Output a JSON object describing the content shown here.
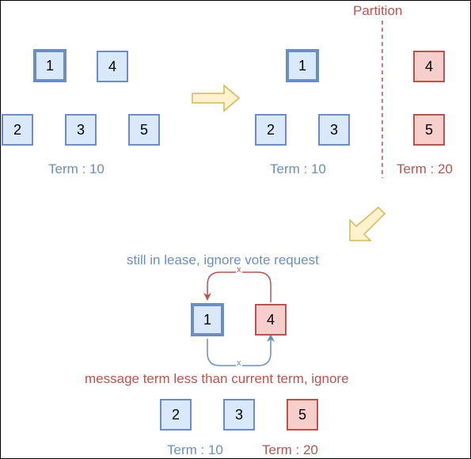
{
  "colors": {
    "blue_fill": "#dae8fc",
    "blue_stroke": "#6c8ebf",
    "red_fill": "#f8cecc",
    "red_stroke": "#b85450",
    "arrow_fill": "#fff2cc",
    "arrow_stroke": "#d6b656"
  },
  "panel1": {
    "nodes": {
      "n1": "1",
      "n4": "4",
      "n2": "2",
      "n3": "3",
      "n5": "5"
    },
    "term": "Term : 10"
  },
  "panel2": {
    "partition_label": "Partition",
    "nodes": {
      "n1": "1",
      "n4": "4",
      "n2": "2",
      "n3": "3",
      "n5": "5"
    },
    "term_left": "Term : 10",
    "term_right": "Term : 20"
  },
  "panel3": {
    "annotation_top": "still in lease, ignore vote request",
    "annotation_bottom": "message term less than current term, ignore",
    "reject_mark": "x",
    "nodes": {
      "n1": "1",
      "n4": "4",
      "n2": "2",
      "n3": "3",
      "n5": "5"
    },
    "term_left": "Term : 10",
    "term_right": "Term : 20"
  }
}
